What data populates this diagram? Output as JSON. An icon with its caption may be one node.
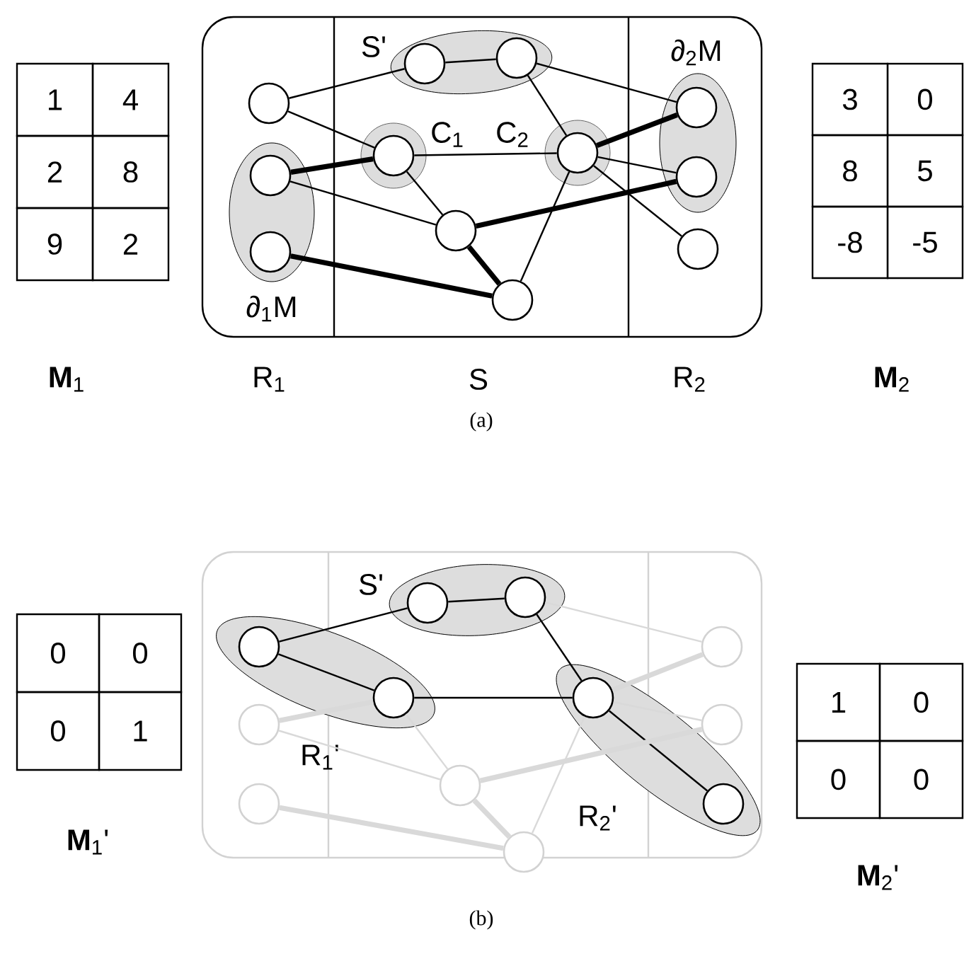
{
  "diagram": {
    "nodes": [
      {
        "text": [],
        "shape": "box"
      },
      {
        "text": [
          "S'"
        ],
        "in": 0
      },
      {
        "text": [
          "C$_{1}$"
        ],
        "in": 0
      },
      {
        "text": [
          "C$_{2}$"
        ],
        "in": 0
      },
      {
        "text": [
          "∂$_{1}$M"
        ],
        "in": 0
      },
      {
        "text": [
          "∂$_{2}$M"
        ],
        "in": 0
      },
      {
        "text": [],
        "shape": "circle",
        "in": 0
      },
      {
        "text": [],
        "shape": "circle",
        "in": 1
      },
      {
        "text": [],
        "shape": "circle",
        "in": 1
      },
      {
        "text": [],
        "shape": "circle",
        "in": 2
      },
      {
        "text": [],
        "shape": "circle",
        "in": 3
      },
      {
        "text": [],
        "shape": "circle",
        "in": 4
      },
      {
        "text": [],
        "shape": "circle",
        "in": 4
      },
      {
        "text": [],
        "shape": "circle",
        "in": 0
      },
      {
        "text": [],
        "shape": "circle",
        "in": 0
      },
      {
        "text": [],
        "shape": "circle",
        "in": 5
      },
      {
        "text": [],
        "shape": "circle",
        "in": 5
      },
      {
        "text": [],
        "shape": "circle",
        "in": 0
      },
      {
        "text": [],
        "shape": "box"
      },
      {
        "text": [
          "S'"
        ],
        "in": 18
      },
      {
        "text": [
          "R$_{1}$'"
        ],
        "in": 18
      },
      {
        "text": [
          "R$_{2}$'"
        ],
        "in": 18
      },
      {
        "text": [],
        "shape": "circle",
        "in": 20
      },
      {
        "text": [],
        "shape": "circle",
        "in": 20
      },
      {
        "text": [],
        "shape": "circle",
        "in": 19
      },
      {
        "text": [],
        "shape": "circle",
        "in": 19
      },
      {
        "text": [],
        "shape": "circle",
        "in": 21
      },
      {
        "text": [],
        "shape": "circle",
        "in": 21
      },
      {
        "text": [],
        "shape": "circle",
        "in": 18
      },
      {
        "text": [],
        "shape": "circle",
        "in": 18
      },
      {
        "text": [],
        "shape": "circle",
        "in": 18
      },
      {
        "text": [],
        "shape": "circle",
        "in": 18
      },
      {
        "text": [],
        "shape": "circle",
        "in": 18
      },
      {
        "text": [],
        "shape": "circle",
        "in": 18
      }
    ],
    "edges": [
      {
        "from": 6,
        "to": 7,
        "arrow": "none"
      },
      {
        "from": 6,
        "to": 9,
        "arrow": "none"
      },
      {
        "from": 7,
        "to": 8,
        "arrow": "none"
      },
      {
        "from": 8,
        "to": 15,
        "arrow": "none"
      },
      {
        "from": 8,
        "to": 10,
        "arrow": "none"
      },
      {
        "from": 9,
        "to": 10,
        "arrow": "none"
      },
      {
        "from": 11,
        "to": 9,
        "arrow": "none",
        "style": "thick"
      },
      {
        "from": 11,
        "to": 13,
        "arrow": "none"
      },
      {
        "from": 9,
        "to": 13,
        "arrow": "none"
      },
      {
        "from": 12,
        "to": 14,
        "arrow": "none",
        "style": "thick"
      },
      {
        "from": 13,
        "to": 14,
        "arrow": "none",
        "style": "thick"
      },
      {
        "from": 13,
        "to": 16,
        "arrow": "none",
        "style": "thick"
      },
      {
        "from": 10,
        "to": 15,
        "arrow": "none",
        "style": "thick"
      },
      {
        "from": 10,
        "to": 16,
        "arrow": "none"
      },
      {
        "from": 10,
        "to": 17,
        "arrow": "none"
      },
      {
        "from": 10,
        "to": 14,
        "arrow": "none"
      },
      {
        "from": 22,
        "to": 24,
        "arrow": "none"
      },
      {
        "from": 22,
        "to": 23,
        "arrow": "none"
      },
      {
        "from": 24,
        "to": 25,
        "arrow": "none"
      },
      {
        "from": 25,
        "to": 26,
        "arrow": "none"
      },
      {
        "from": 23,
        "to": 26,
        "arrow": "none"
      },
      {
        "from": 26,
        "to": 27,
        "arrow": "none"
      },
      {
        "from": 28,
        "to": 23,
        "arrow": "none",
        "style": "thick",
        "color": "#d9d9d9"
      },
      {
        "from": 28,
        "to": 30,
        "arrow": "none",
        "color": "#d9d9d9"
      },
      {
        "from": 23,
        "to": 30,
        "arrow": "none",
        "color": "#d9d9d9"
      },
      {
        "from": 29,
        "to": 31,
        "arrow": "none",
        "style": "thick",
        "color": "#d9d9d9"
      },
      {
        "from": 30,
        "to": 31,
        "arrow": "none",
        "style": "thick",
        "color": "#d9d9d9"
      },
      {
        "from": 30,
        "to": 33,
        "arrow": "none",
        "style": "thick",
        "color": "#d9d9d9"
      },
      {
        "from": 26,
        "to": 32,
        "arrow": "none",
        "style": "thick",
        "color": "#d9d9d9"
      },
      {
        "from": 26,
        "to": 33,
        "arrow": "none",
        "color": "#d9d9d9"
      },
      {
        "from": 26,
        "to": 31,
        "arrow": "none",
        "color": "#d9d9d9"
      },
      {
        "from": 25,
        "to": 32,
        "arrow": "none",
        "color": "#d9d9d9"
      }
    ],
    "labels": [
      "1",
      "4",
      "2",
      "8",
      "9",
      "2",
      "3",
      "0",
      "8",
      "5",
      "-8",
      "-5",
      "**M**$_{1}$",
      "R$_{1}$",
      "S",
      "R$_{2}$",
      "**M**$_{2}$",
      "(a)",
      "0",
      "0",
      "0",
      "1",
      "1",
      "0",
      "0",
      "0",
      "**M**$_{1}$'",
      "**M**$_{2}$'",
      "(b)"
    ]
  }
}
